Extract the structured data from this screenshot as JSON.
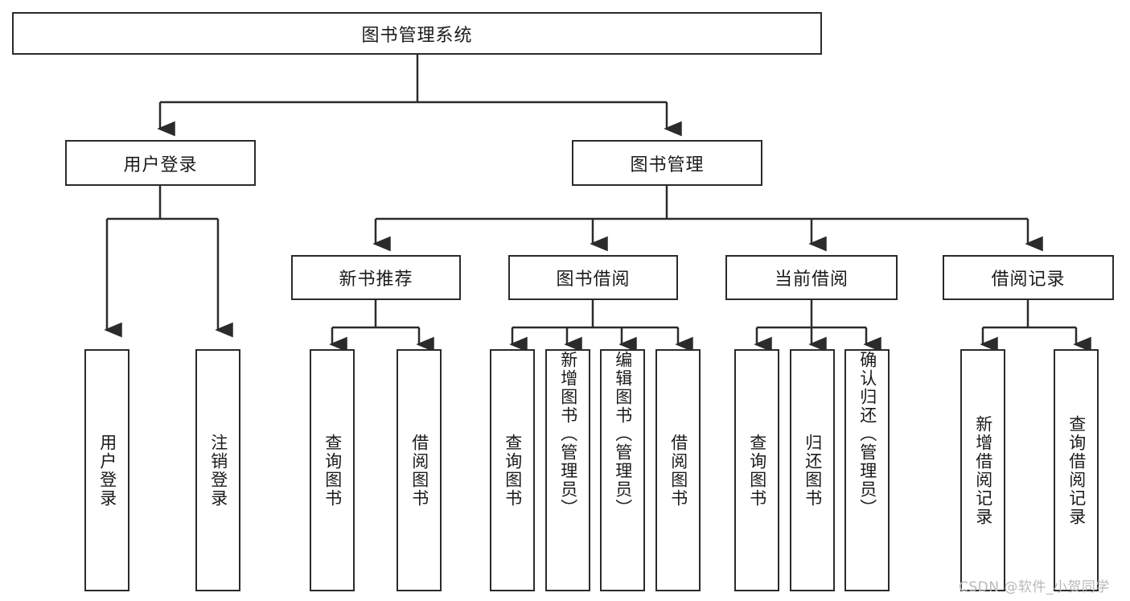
{
  "diagram": {
    "type": "tree-hierarchy-flowchart",
    "title": "图书管理系统",
    "root": {
      "id": "root",
      "label": "图书管理系统"
    },
    "level2": [
      {
        "id": "user-login",
        "label": "用户登录"
      },
      {
        "id": "book-manage",
        "label": "图书管理"
      }
    ],
    "level3": [
      {
        "id": "new-book-rec",
        "label": "新书推荐",
        "parent": "book-manage"
      },
      {
        "id": "book-borrow",
        "label": "图书借阅",
        "parent": "book-manage"
      },
      {
        "id": "current-borrow",
        "label": "当前借阅",
        "parent": "book-manage"
      },
      {
        "id": "borrow-record",
        "label": "借阅记录",
        "parent": "book-manage"
      }
    ],
    "leaves": [
      {
        "id": "leaf-user-login",
        "label": "用户登录",
        "parent": "user-login",
        "align": "center"
      },
      {
        "id": "leaf-logout",
        "label": "注销登录",
        "parent": "user-login",
        "align": "center"
      },
      {
        "id": "leaf-query-book-rec",
        "label": "查询图书",
        "parent": "new-book-rec",
        "align": "center"
      },
      {
        "id": "leaf-borrow-book-rec",
        "label": "借阅图书",
        "parent": "new-book-rec",
        "align": "center"
      },
      {
        "id": "leaf-query-book-b",
        "label": "查询图书",
        "parent": "book-borrow",
        "align": "center"
      },
      {
        "id": "leaf-add-book",
        "label": "新增图书（管理员）",
        "parent": "book-borrow",
        "align": "top"
      },
      {
        "id": "leaf-edit-book",
        "label": "编辑图书（管理员）",
        "parent": "book-borrow",
        "align": "top"
      },
      {
        "id": "leaf-borrow-book-b",
        "label": "借阅图书",
        "parent": "book-borrow",
        "align": "center"
      },
      {
        "id": "leaf-query-book-c",
        "label": "查询图书",
        "parent": "current-borrow",
        "align": "center"
      },
      {
        "id": "leaf-return-book",
        "label": "归还图书",
        "parent": "current-borrow",
        "align": "center"
      },
      {
        "id": "leaf-confirm-return",
        "label": "确认归还（管理员）",
        "parent": "current-borrow",
        "align": "top"
      },
      {
        "id": "leaf-add-record",
        "label": "新增借阅记录",
        "parent": "borrow-record",
        "align": "center"
      },
      {
        "id": "leaf-query-record",
        "label": "查询借阅记录",
        "parent": "borrow-record",
        "align": "center"
      }
    ],
    "watermark": "CSDN @软件_小贺同学",
    "colors": {
      "stroke": "#2b2b2b",
      "fill": "#ffffff",
      "text": "#1b1b1b",
      "watermark": "#b9b9b9"
    }
  }
}
